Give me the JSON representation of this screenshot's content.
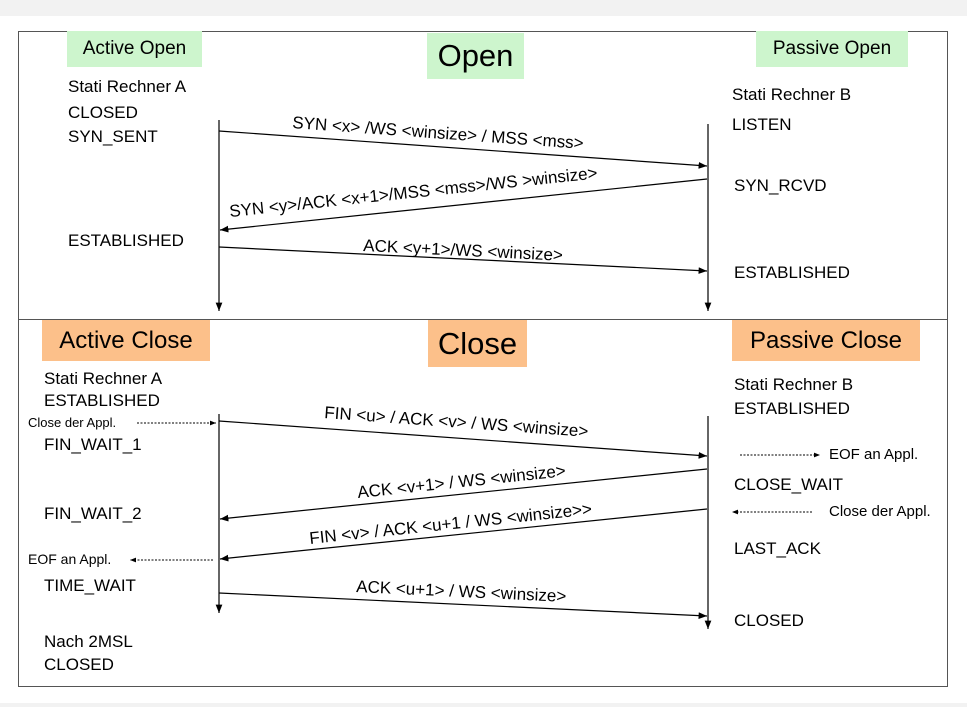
{
  "open": {
    "title": "Open",
    "active_label": "Active Open",
    "passive_label": "Passive Open",
    "a": {
      "heading": "Stati Rechner A",
      "closed": "CLOSED",
      "syn_sent": "SYN_SENT",
      "established": "ESTABLISHED"
    },
    "b": {
      "heading": "Stati Rechner B",
      "listen": "LISTEN",
      "syn_rcvd": "SYN_RCVD",
      "established": "ESTABLISHED"
    },
    "msg1": "SYN <x> /WS <winsize> / MSS <mss>",
    "msg2": "SYN <y>/ACK <x+1>/MSS  <mss>/WS >winsize>",
    "msg3": "ACK <y+1>/WS <winsize>"
  },
  "close": {
    "title": "Close",
    "active_label": "Active Close",
    "passive_label": "Passive Close",
    "a": {
      "heading": "Stati Rechner A",
      "established": "ESTABLISHED",
      "close_appl": "Close der Appl.",
      "fin_wait_1": "FIN_WAIT_1",
      "fin_wait_2": "FIN_WAIT_2",
      "eof_appl": "EOF an Appl.",
      "time_wait": "TIME_WAIT",
      "nach": "Nach 2MSL",
      "closed": "CLOSED"
    },
    "b": {
      "heading": "Stati Rechner B",
      "established": "ESTABLISHED",
      "eof_appl": "EOF an Appl.",
      "close_wait": "CLOSE_WAIT",
      "close_appl": "Close der Appl.",
      "last_ack": "LAST_ACK",
      "closed": "CLOSED"
    },
    "msg1": "FIN <u> / ACK <v> / WS <winsize>",
    "msg2": "ACK  <v+1> / WS <winsize>",
    "msg3": "FIN  <v> / ACK <u+1 / WS <winsize>>",
    "msg4": "ACK <u+1> / WS <winsize>"
  }
}
